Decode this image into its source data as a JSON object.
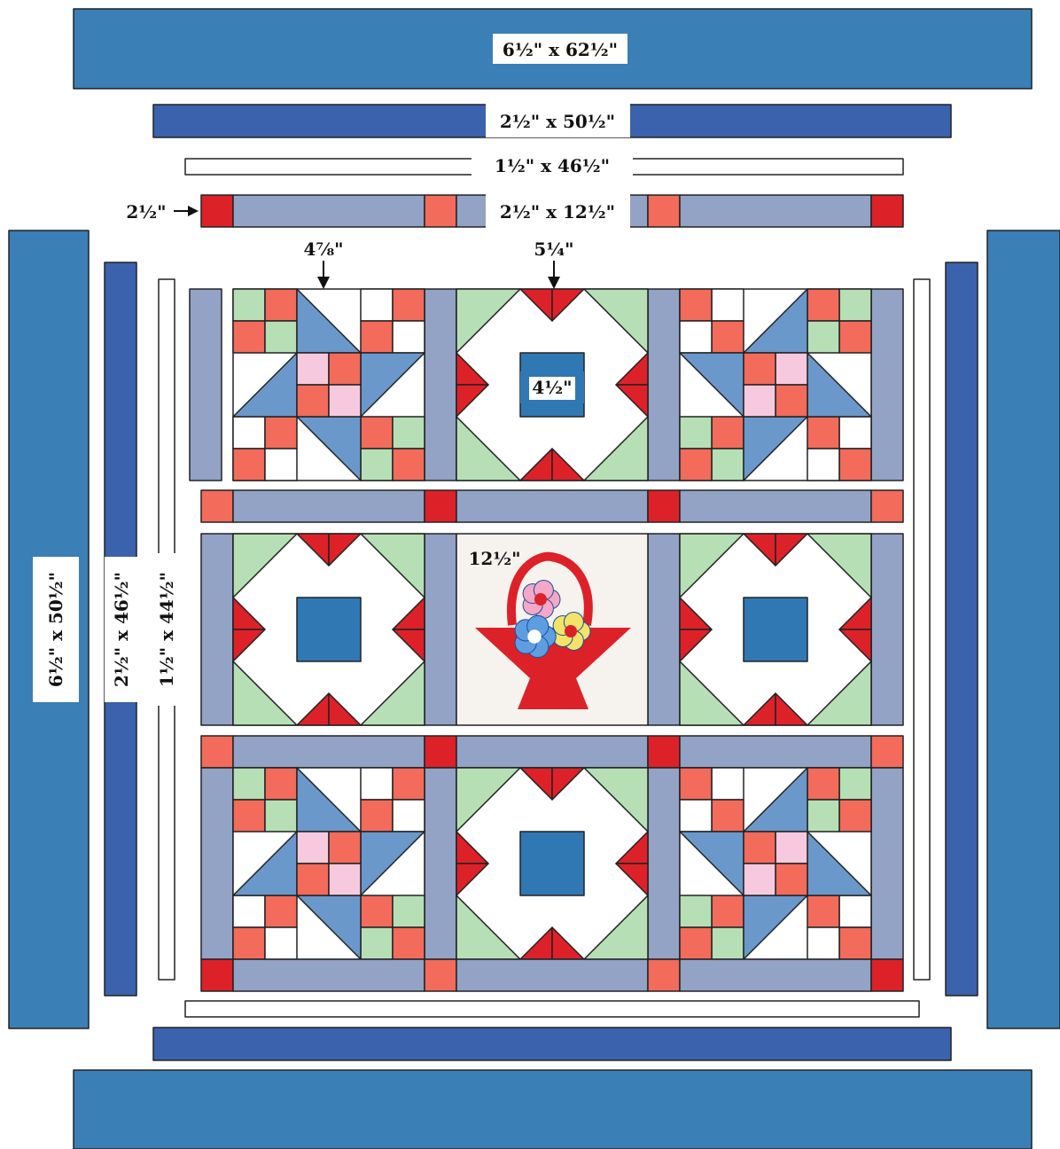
{
  "labels": {
    "outer_top": "6½\" x 62½\"",
    "middle_top": "2½\" x 50½\"",
    "inner_top": "1½\" x 46½\"",
    "sash_row": "2½\" x 12½\"",
    "cornerstone": "2½\"",
    "basket_corner": "4⅞\"",
    "star_corner": "5¼\"",
    "star_center": "4½\"",
    "applique": "12½\"",
    "outer_side": "6½\" x 50½\"",
    "middle_side": "2½\" x 46½\"",
    "inner_side": "1½\" x 44½\""
  },
  "colors": {
    "outer_border": "#3a7fb6",
    "middle_border": "#3a62ad",
    "sashing": "#93a3c6",
    "cornerstone_red": "#dd2128",
    "cornerstone_coral": "#f26b5b",
    "blue_triangle": "#6b98cb",
    "green": "#b6dfb5",
    "pink": "#f7c9df",
    "star_center": "#2f78b4",
    "white": "#ffffff",
    "outline": "#222222"
  },
  "icons": [
    "arrow-right-icon",
    "arrow-down-icon"
  ]
}
